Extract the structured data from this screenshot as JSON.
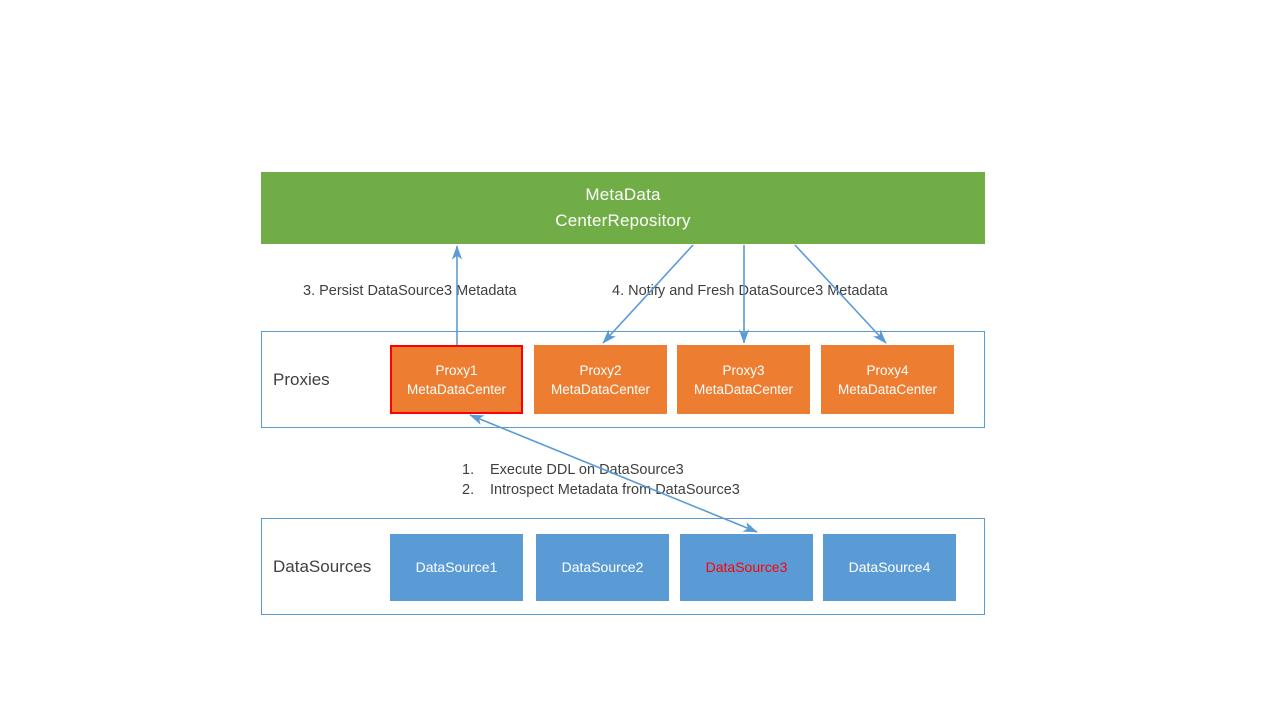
{
  "diagram": {
    "title_box": {
      "line1": "MetaData",
      "line2": "CenterRepository",
      "color": "#70ad47"
    },
    "sections": [
      {
        "id": "proxies",
        "label": "Proxies",
        "border_color": "#5b9bd5"
      },
      {
        "id": "datasources",
        "label": "DataSources",
        "border_color": "#5b9bd5"
      }
    ],
    "proxies": {
      "color": "#ed7d31",
      "highlight_border_color": "#ff0000",
      "nodes": [
        {
          "line1": "Proxy1",
          "line2": "MetaDataCenter",
          "highlighted": true
        },
        {
          "line1": "Proxy2",
          "line2": "MetaDataCenter",
          "highlighted": false
        },
        {
          "line1": "Proxy3",
          "line2": "MetaDataCenter",
          "highlighted": false
        },
        {
          "line1": "Proxy4",
          "line2": "MetaDataCenter",
          "highlighted": false
        }
      ]
    },
    "datasources": {
      "color": "#5b9bd5",
      "alert_text_color": "#ff0000",
      "nodes": [
        {
          "label": "DataSource1",
          "alert": false
        },
        {
          "label": "DataSource2",
          "alert": false
        },
        {
          "label": "DataSource3",
          "alert": true
        },
        {
          "label": "DataSource4",
          "alert": false
        }
      ]
    },
    "annotations": {
      "persist": "3. Persist DataSource3 Metadata",
      "notify": "4. Notify and Fresh DataSource3 Metadata"
    },
    "steps": [
      {
        "num": "1.",
        "text": "Execute DDL on DataSource3"
      },
      {
        "num": "2.",
        "text": "Introspect Metadata from DataSource3"
      }
    ],
    "arrow_color": "#5b9bd5"
  }
}
